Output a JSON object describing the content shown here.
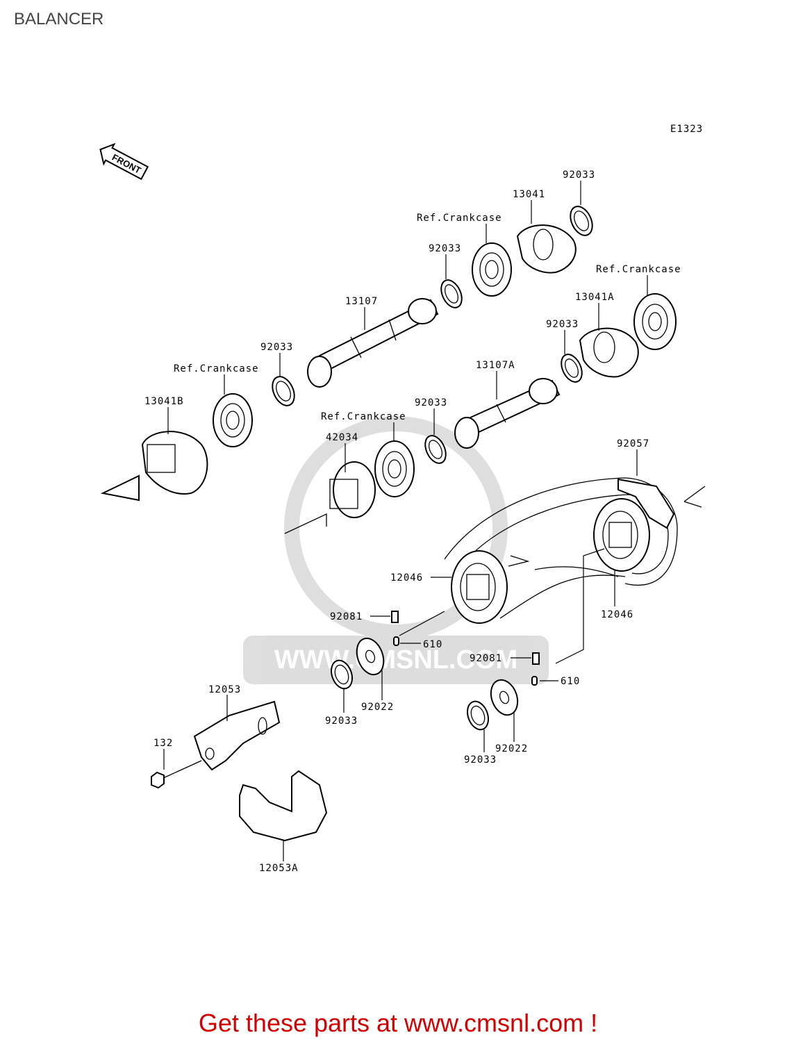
{
  "title": "BALANCER",
  "diagram_code": "E1323",
  "front_badge": "FRONT",
  "footer_text": "Get these parts at www.cmsnl.com !",
  "watermark_text": "WWW.CMSNL.COM",
  "labels": [
    {
      "key": "p92033_a",
      "text": "92033"
    },
    {
      "key": "p13041",
      "text": "13041"
    },
    {
      "key": "ref_ck_1",
      "text": "Ref.Crankcase"
    },
    {
      "key": "p92033_b",
      "text": "92033"
    },
    {
      "key": "ref_ck_2",
      "text": "Ref.Crankcase"
    },
    {
      "key": "p13041a",
      "text": "13041A"
    },
    {
      "key": "p13107",
      "text": "13107"
    },
    {
      "key": "p92033_c",
      "text": "92033"
    },
    {
      "key": "p92033_d",
      "text": "92033"
    },
    {
      "key": "ref_ck_3",
      "text": "Ref.Crankcase"
    },
    {
      "key": "p13107a",
      "text": "13107A"
    },
    {
      "key": "p13041b",
      "text": "13041B"
    },
    {
      "key": "p92033_e",
      "text": "92033"
    },
    {
      "key": "ref_ck_4",
      "text": "Ref.Crankcase"
    },
    {
      "key": "p42034",
      "text": "42034"
    },
    {
      "key": "p92057",
      "text": "92057"
    },
    {
      "key": "p12046_a",
      "text": "12046"
    },
    {
      "key": "p12046_b",
      "text": "12046"
    },
    {
      "key": "p92081_a",
      "text": "92081"
    },
    {
      "key": "p610_a",
      "text": "610"
    },
    {
      "key": "p92081_b",
      "text": "92081"
    },
    {
      "key": "p610_b",
      "text": "610"
    },
    {
      "key": "p12053",
      "text": "12053"
    },
    {
      "key": "p92022_a",
      "text": "92022"
    },
    {
      "key": "p92033_f",
      "text": "92033"
    },
    {
      "key": "p92022_b",
      "text": "92022"
    },
    {
      "key": "p92033_g",
      "text": "92033"
    },
    {
      "key": "p132",
      "text": "132"
    },
    {
      "key": "p12053a",
      "text": "12053A"
    }
  ]
}
